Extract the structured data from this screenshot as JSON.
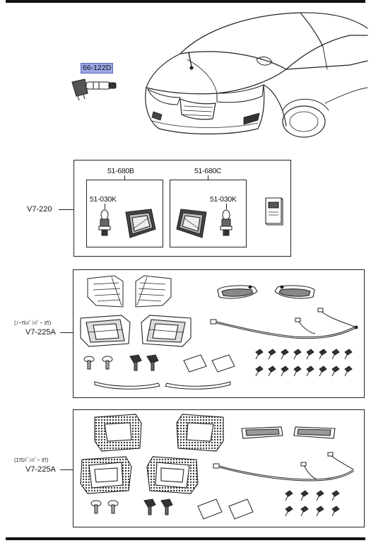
{
  "diagram": {
    "callouts": {
      "switch_part": "66-122D",
      "kit_left_part": "51-680B",
      "kit_right_part": "51-680C",
      "bulb_left_part": "51-030K",
      "bulb_right_part": "51-030K",
      "kit_group": "V7-220",
      "normal_bumper_note": "(ﾉｰﾏﾙﾊﾞﾝﾊﾟｰ ﾖｳ)",
      "normal_bumper_group": "V7-225A",
      "aero_bumper_note": "(ｴｱﾛﾊﾞﾝﾊﾟｰ ﾖｳ)",
      "aero_bumper_group": "V7-225A"
    },
    "icons": [
      "car-front-three-quarter-illustration",
      "fog-lamp-switch-illustration",
      "fog-lamp-bulb-illustration",
      "fog-lamp-unit-illustration",
      "instruction-manual-illustration",
      "bezel-garnish-illustration",
      "wiring-harness-illustration",
      "screw-bolt-illustration",
      "adhesive-pad-illustration",
      "trim-strip-illustration"
    ],
    "colors": {
      "highlight_fill": "#9aa8e6",
      "highlight_border": "#5866b8",
      "line": "#222222"
    }
  }
}
